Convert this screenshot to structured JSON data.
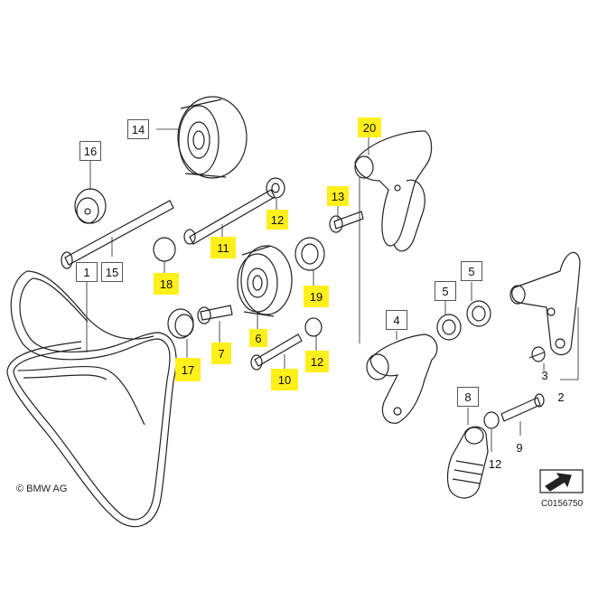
{
  "copyright": "© BMW AG",
  "diagram_code": "C0156750",
  "highlight_color": "#ffef1a",
  "callouts": [
    {
      "id": "c14",
      "text": "14",
      "highlighted": false,
      "boxed": true
    },
    {
      "id": "c16",
      "text": "16",
      "highlighted": false,
      "boxed": true
    },
    {
      "id": "c20",
      "text": "20",
      "highlighted": true,
      "boxed": false
    },
    {
      "id": "c13",
      "text": "13",
      "highlighted": true,
      "boxed": false
    },
    {
      "id": "c12a",
      "text": "12",
      "highlighted": true,
      "boxed": false
    },
    {
      "id": "c11",
      "text": "11",
      "highlighted": true,
      "boxed": false
    },
    {
      "id": "c18",
      "text": "18",
      "highlighted": true,
      "boxed": false
    },
    {
      "id": "c1",
      "text": "1",
      "highlighted": false,
      "boxed": true
    },
    {
      "id": "c15",
      "text": "15",
      "highlighted": false,
      "boxed": true
    },
    {
      "id": "c19",
      "text": "19",
      "highlighted": true,
      "boxed": false
    },
    {
      "id": "c6",
      "text": "6",
      "highlighted": true,
      "boxed": false
    },
    {
      "id": "c7",
      "text": "7",
      "highlighted": true,
      "boxed": false
    },
    {
      "id": "c17",
      "text": "17",
      "highlighted": true,
      "boxed": false
    },
    {
      "id": "c10",
      "text": "10",
      "highlighted": true,
      "boxed": false
    },
    {
      "id": "c12b",
      "text": "12",
      "highlighted": true,
      "boxed": false
    },
    {
      "id": "c4",
      "text": "4",
      "highlighted": false,
      "boxed": true
    },
    {
      "id": "c5a",
      "text": "5",
      "highlighted": false,
      "boxed": true
    },
    {
      "id": "c5b",
      "text": "5",
      "highlighted": false,
      "boxed": true
    },
    {
      "id": "c3",
      "text": "3",
      "highlighted": false,
      "boxed": false
    },
    {
      "id": "c2",
      "text": "2",
      "highlighted": false,
      "boxed": false
    },
    {
      "id": "c8",
      "text": "8",
      "highlighted": false,
      "boxed": true
    },
    {
      "id": "c9",
      "text": "9",
      "highlighted": false,
      "boxed": false
    },
    {
      "id": "c12c",
      "text": "12",
      "highlighted": false,
      "boxed": false
    }
  ]
}
